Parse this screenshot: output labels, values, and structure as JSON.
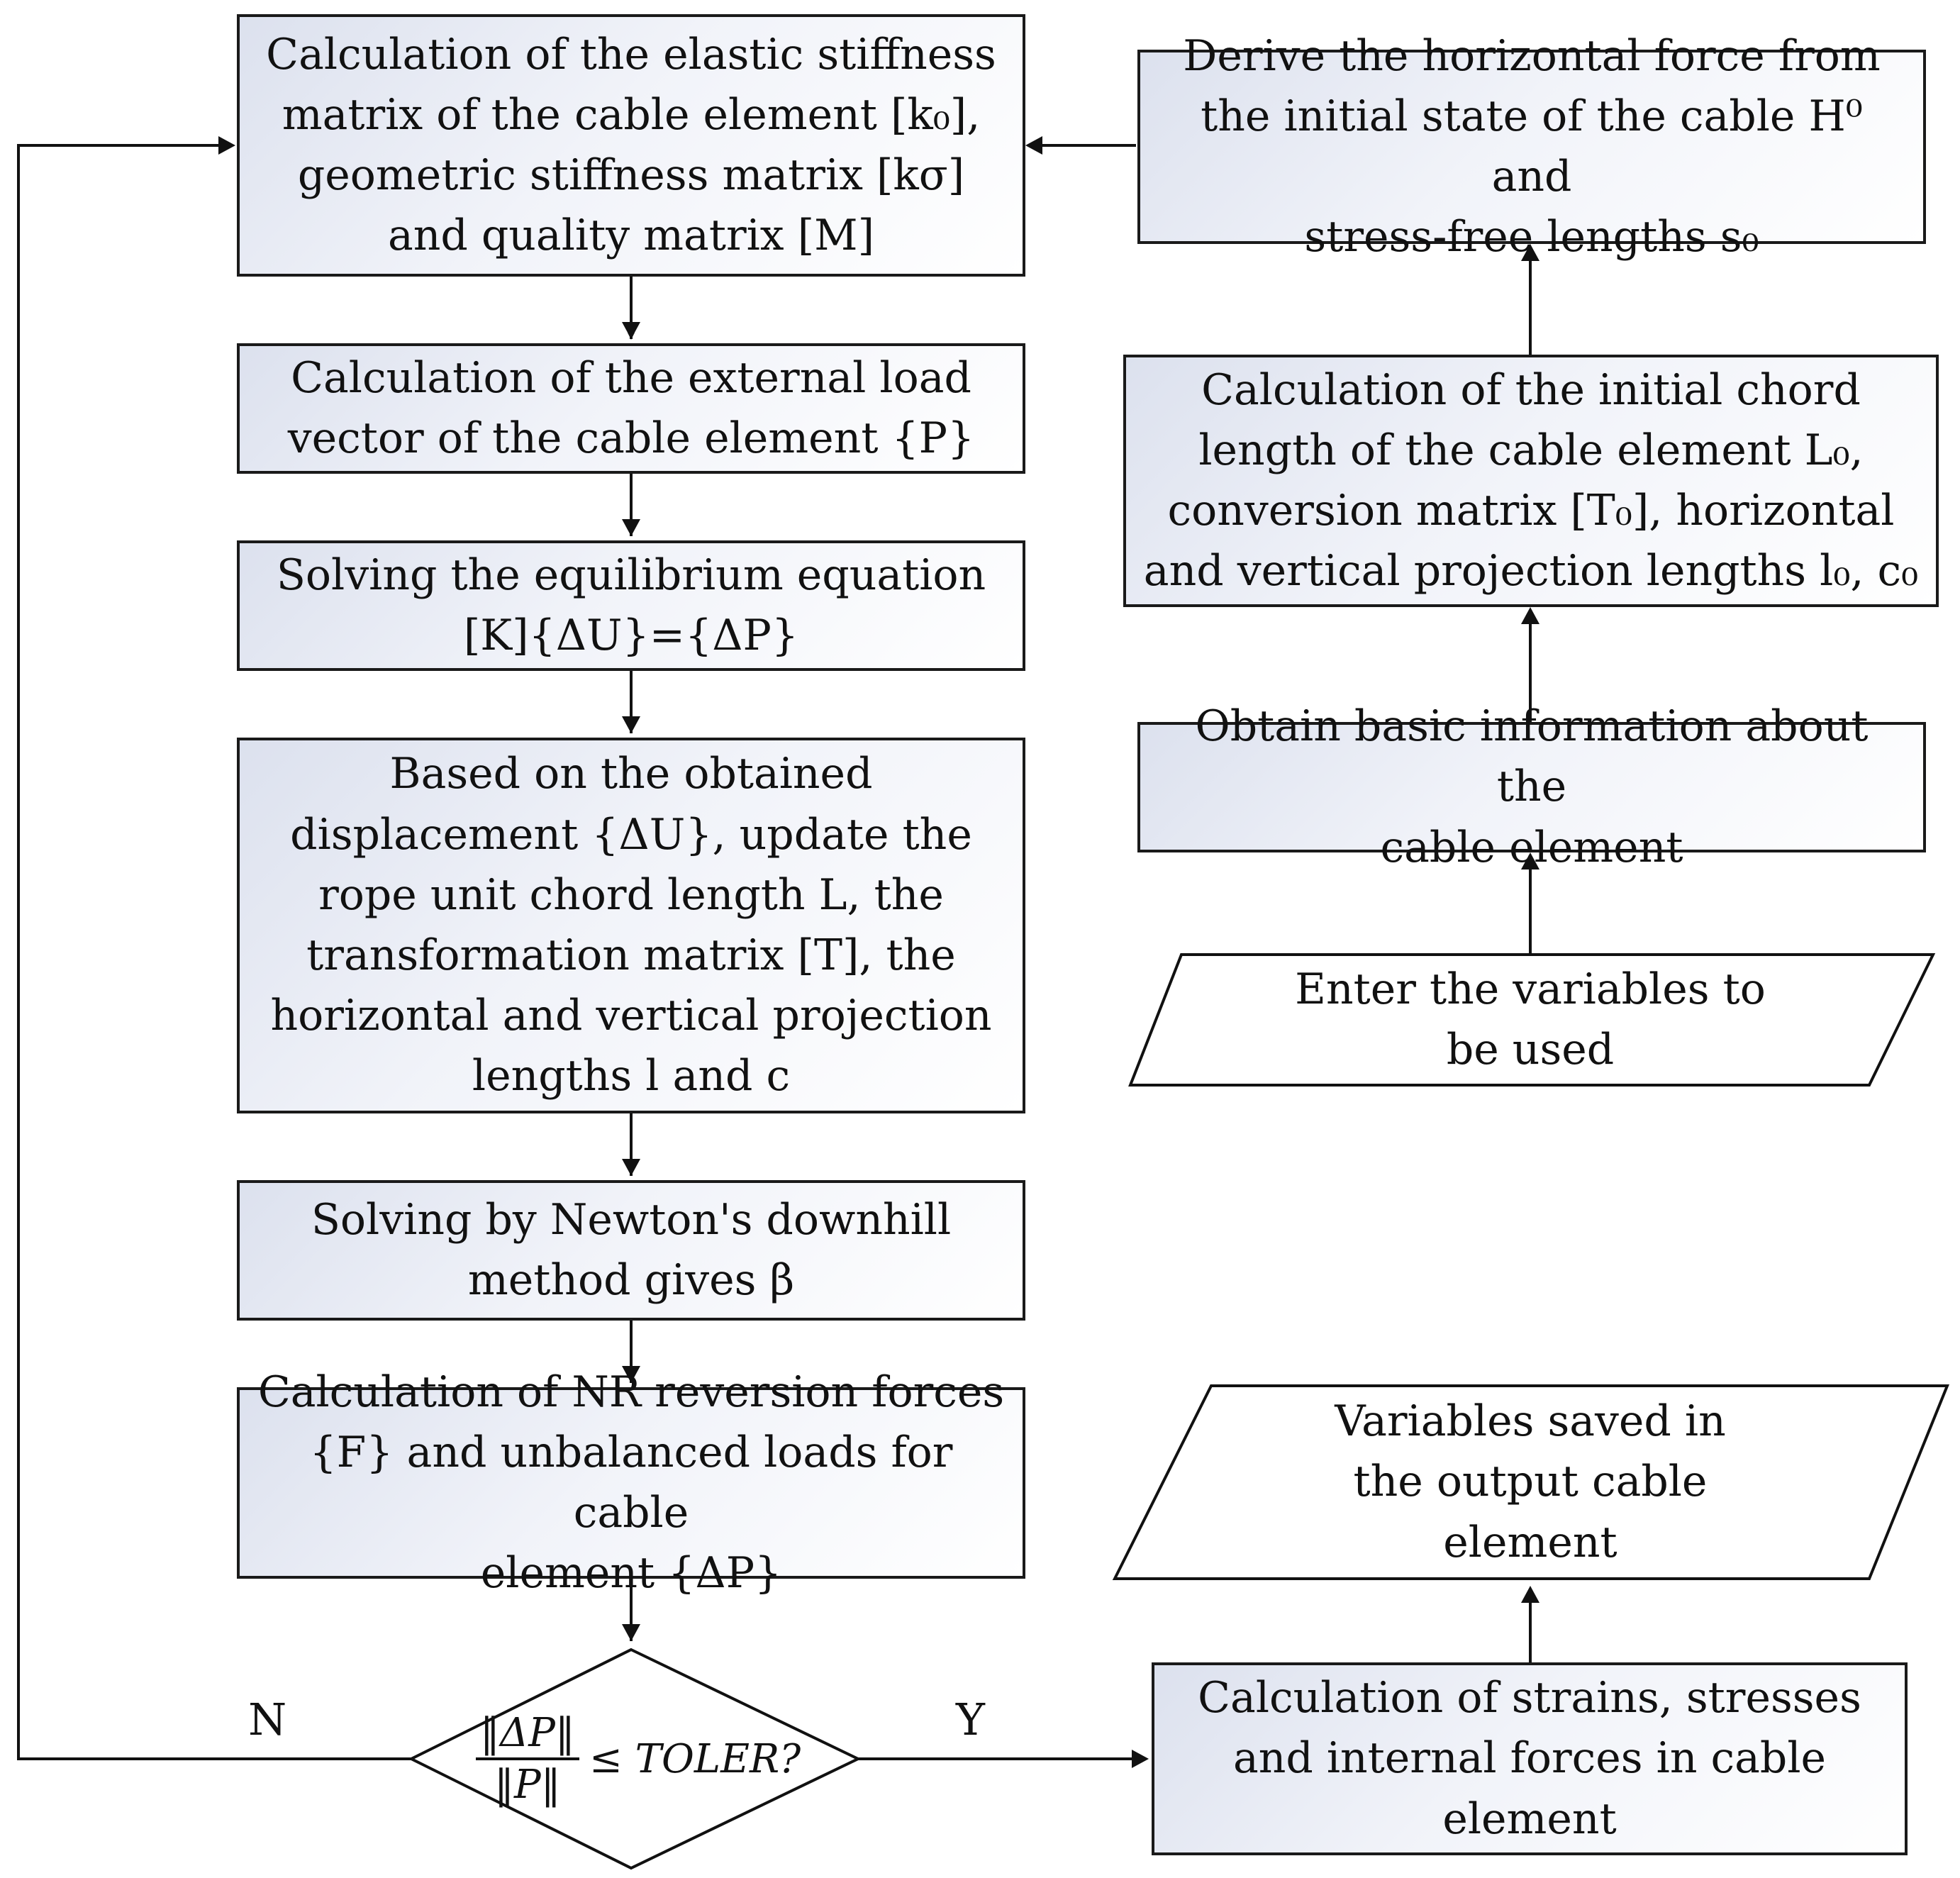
{
  "boxes": {
    "stiffness": [
      "Calculation of the elastic stiffness",
      "matrix of the cable element [k₀],",
      "geometric stiffness matrix [kσ]",
      "and quality matrix [M]"
    ],
    "load_vector": [
      "Calculation of the external load",
      "vector of the cable element {P}"
    ],
    "equilibrium": [
      "Solving the equilibrium equation",
      "[K]{ΔU}={ΔP}"
    ],
    "update": [
      "Based on the obtained",
      "displacement {ΔU}, update the",
      "rope unit chord length L, the",
      "transformation matrix [T], the",
      "horizontal and vertical projection",
      "lengths l and c"
    ],
    "newton": [
      "Solving by Newton's downhill",
      "method gives β"
    ],
    "reversion": [
      "Calculation of NR reversion forces",
      "{F} and unbalanced loads for cable",
      "element {ΔP}"
    ],
    "horizontal_force": [
      "Derive the horizontal force from",
      "the initial state of the cable H⁰ and",
      "stress-free lengths s₀"
    ],
    "initial_chord": [
      "Calculation of the initial chord",
      "length of the cable element L₀,",
      "conversion matrix [T₀], horizontal",
      "and vertical projection lengths l₀, c₀"
    ],
    "basic_info": [
      "Obtain basic information about the",
      "cable element"
    ],
    "strains": [
      "Calculation of strains, stresses",
      "and internal forces in cable",
      "element"
    ]
  },
  "io": {
    "enter": [
      "Enter the variables to",
      "be used"
    ],
    "saved": [
      "Variables saved in",
      "the output cable",
      "element"
    ]
  },
  "decision": {
    "numerator": "‖ΔP‖",
    "denominator": "‖P‖",
    "condition": "≤ TOLER?",
    "no_label": "N",
    "yes_label": "Y"
  }
}
